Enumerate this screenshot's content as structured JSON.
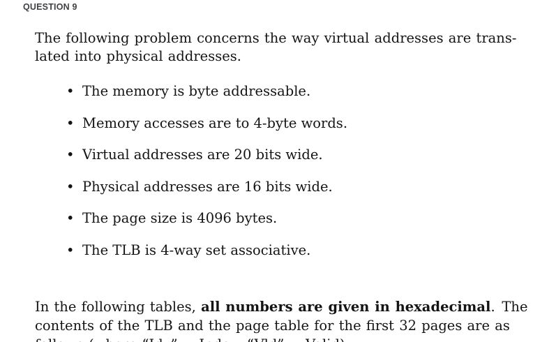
{
  "page": {
    "background_color": "#ffffff",
    "text_color": "#141414",
    "header_color": "#3f4245"
  },
  "header": {
    "label": "QUESTION 9"
  },
  "intro": {
    "text": "The following problem concerns the way virtual addresses are trans-\nlated into physical addresses."
  },
  "list": {
    "marker": "•",
    "items": [
      "The memory is byte addressable.",
      "Memory accesses are to 4-byte words.",
      "Virtual addresses are 20 bits wide.",
      "Physical addresses are 16 bits wide.",
      "The page size is 4096 bytes.",
      "The TLB is 4-way set associative."
    ]
  },
  "closing": {
    "segments": [
      {
        "text": "In the following tables, "
      },
      {
        "text": "all numbers are given in hexadecimal"
      },
      {
        "text": ". The\ncontents of the TLB and the page table for the first 32 pages are as\nfollows (where “Idx” = Index, “Vld” = Valid):"
      }
    ]
  }
}
